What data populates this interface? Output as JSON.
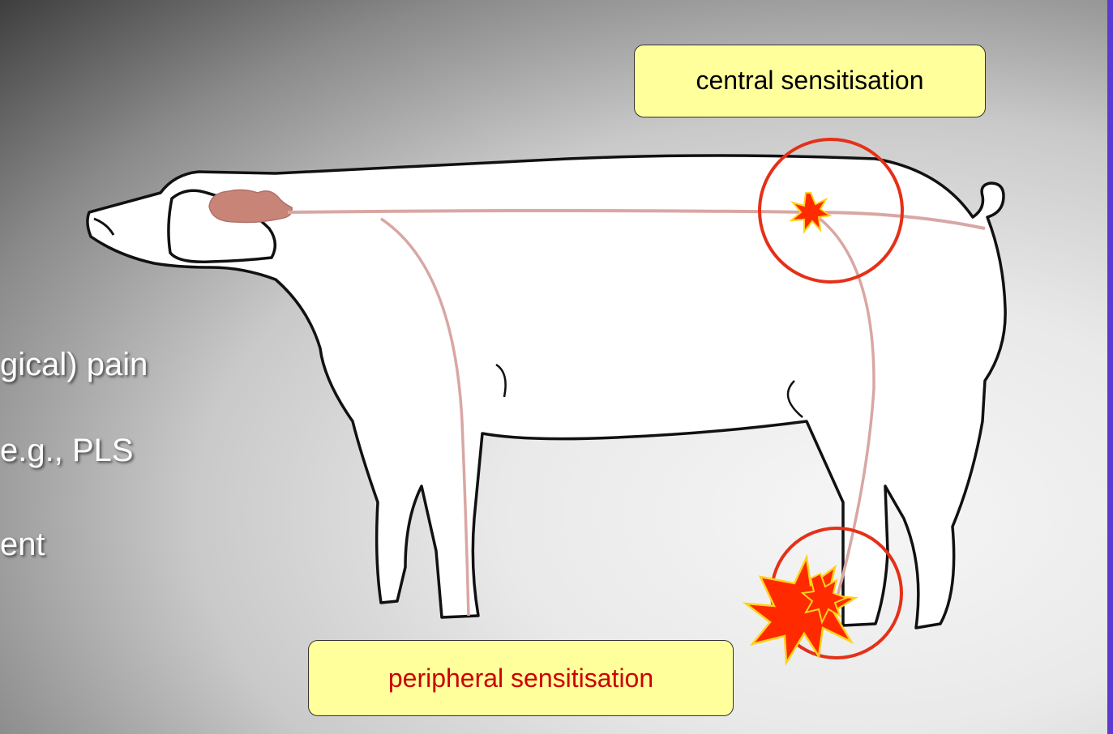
{
  "bullets": [
    {
      "text": "gical) pain"
    },
    {
      "text": " e.g., PLS"
    },
    {
      "text": "ent"
    }
  ],
  "callouts": {
    "central": "central sensitisation",
    "peripheral": "peripheral sensitisation"
  },
  "colors": {
    "nerve": "#d9a7a3",
    "brain": "#c98478",
    "highlight_circle": "#e53018",
    "burst_fill": "#ff2a00",
    "burst_outline": "#ffd21a",
    "callout_fill": "#ffff9c",
    "peripheral_text": "#cc0000"
  }
}
